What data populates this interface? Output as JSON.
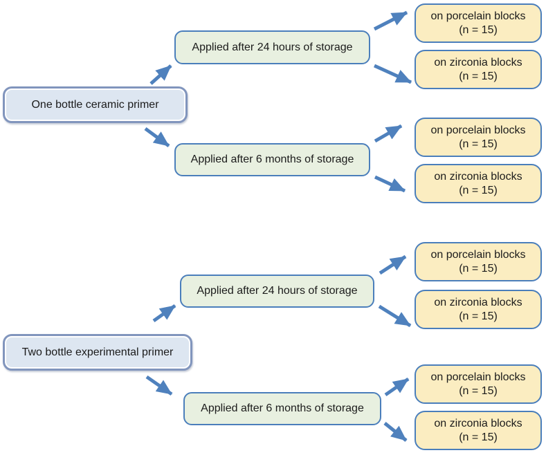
{
  "colors": {
    "background": "#ffffff",
    "primer_fill": "#dde6f1",
    "primer_border": "#8195bd",
    "storage_fill": "#e8f0e0",
    "storage_border": "#4a7ebb",
    "outcome_fill": "#fbedc1",
    "outcome_border": "#4a7ebb",
    "arrow": "#4f81bd",
    "text": "#1b1b1b"
  },
  "diagram": {
    "type": "flowchart",
    "groups": [
      {
        "primer": "One bottle ceramic primer",
        "branches": [
          {
            "storage": "Applied after 24 hours of storage",
            "outcomes": [
              {
                "material": "on porcelain blocks",
                "sample_size": "(n = 15)"
              },
              {
                "material": "on zirconia blocks",
                "sample_size": "(n = 15)"
              }
            ]
          },
          {
            "storage": "Applied after 6 months of storage",
            "outcomes": [
              {
                "material": "on porcelain blocks",
                "sample_size": "(n = 15)"
              },
              {
                "material": "on zirconia blocks",
                "sample_size": "(n = 15)"
              }
            ]
          }
        ]
      },
      {
        "primer": "Two bottle experimental primer",
        "branches": [
          {
            "storage": "Applied after 24 hours of storage",
            "outcomes": [
              {
                "material": "on porcelain blocks",
                "sample_size": "(n = 15)"
              },
              {
                "material": "on zirconia blocks",
                "sample_size": "(n = 15)"
              }
            ]
          },
          {
            "storage": "Applied after 6 months of storage",
            "outcomes": [
              {
                "material": "on porcelain blocks",
                "sample_size": "(n = 15)"
              },
              {
                "material": "on zirconia blocks",
                "sample_size": "(n = 15)"
              }
            ]
          }
        ]
      }
    ]
  }
}
